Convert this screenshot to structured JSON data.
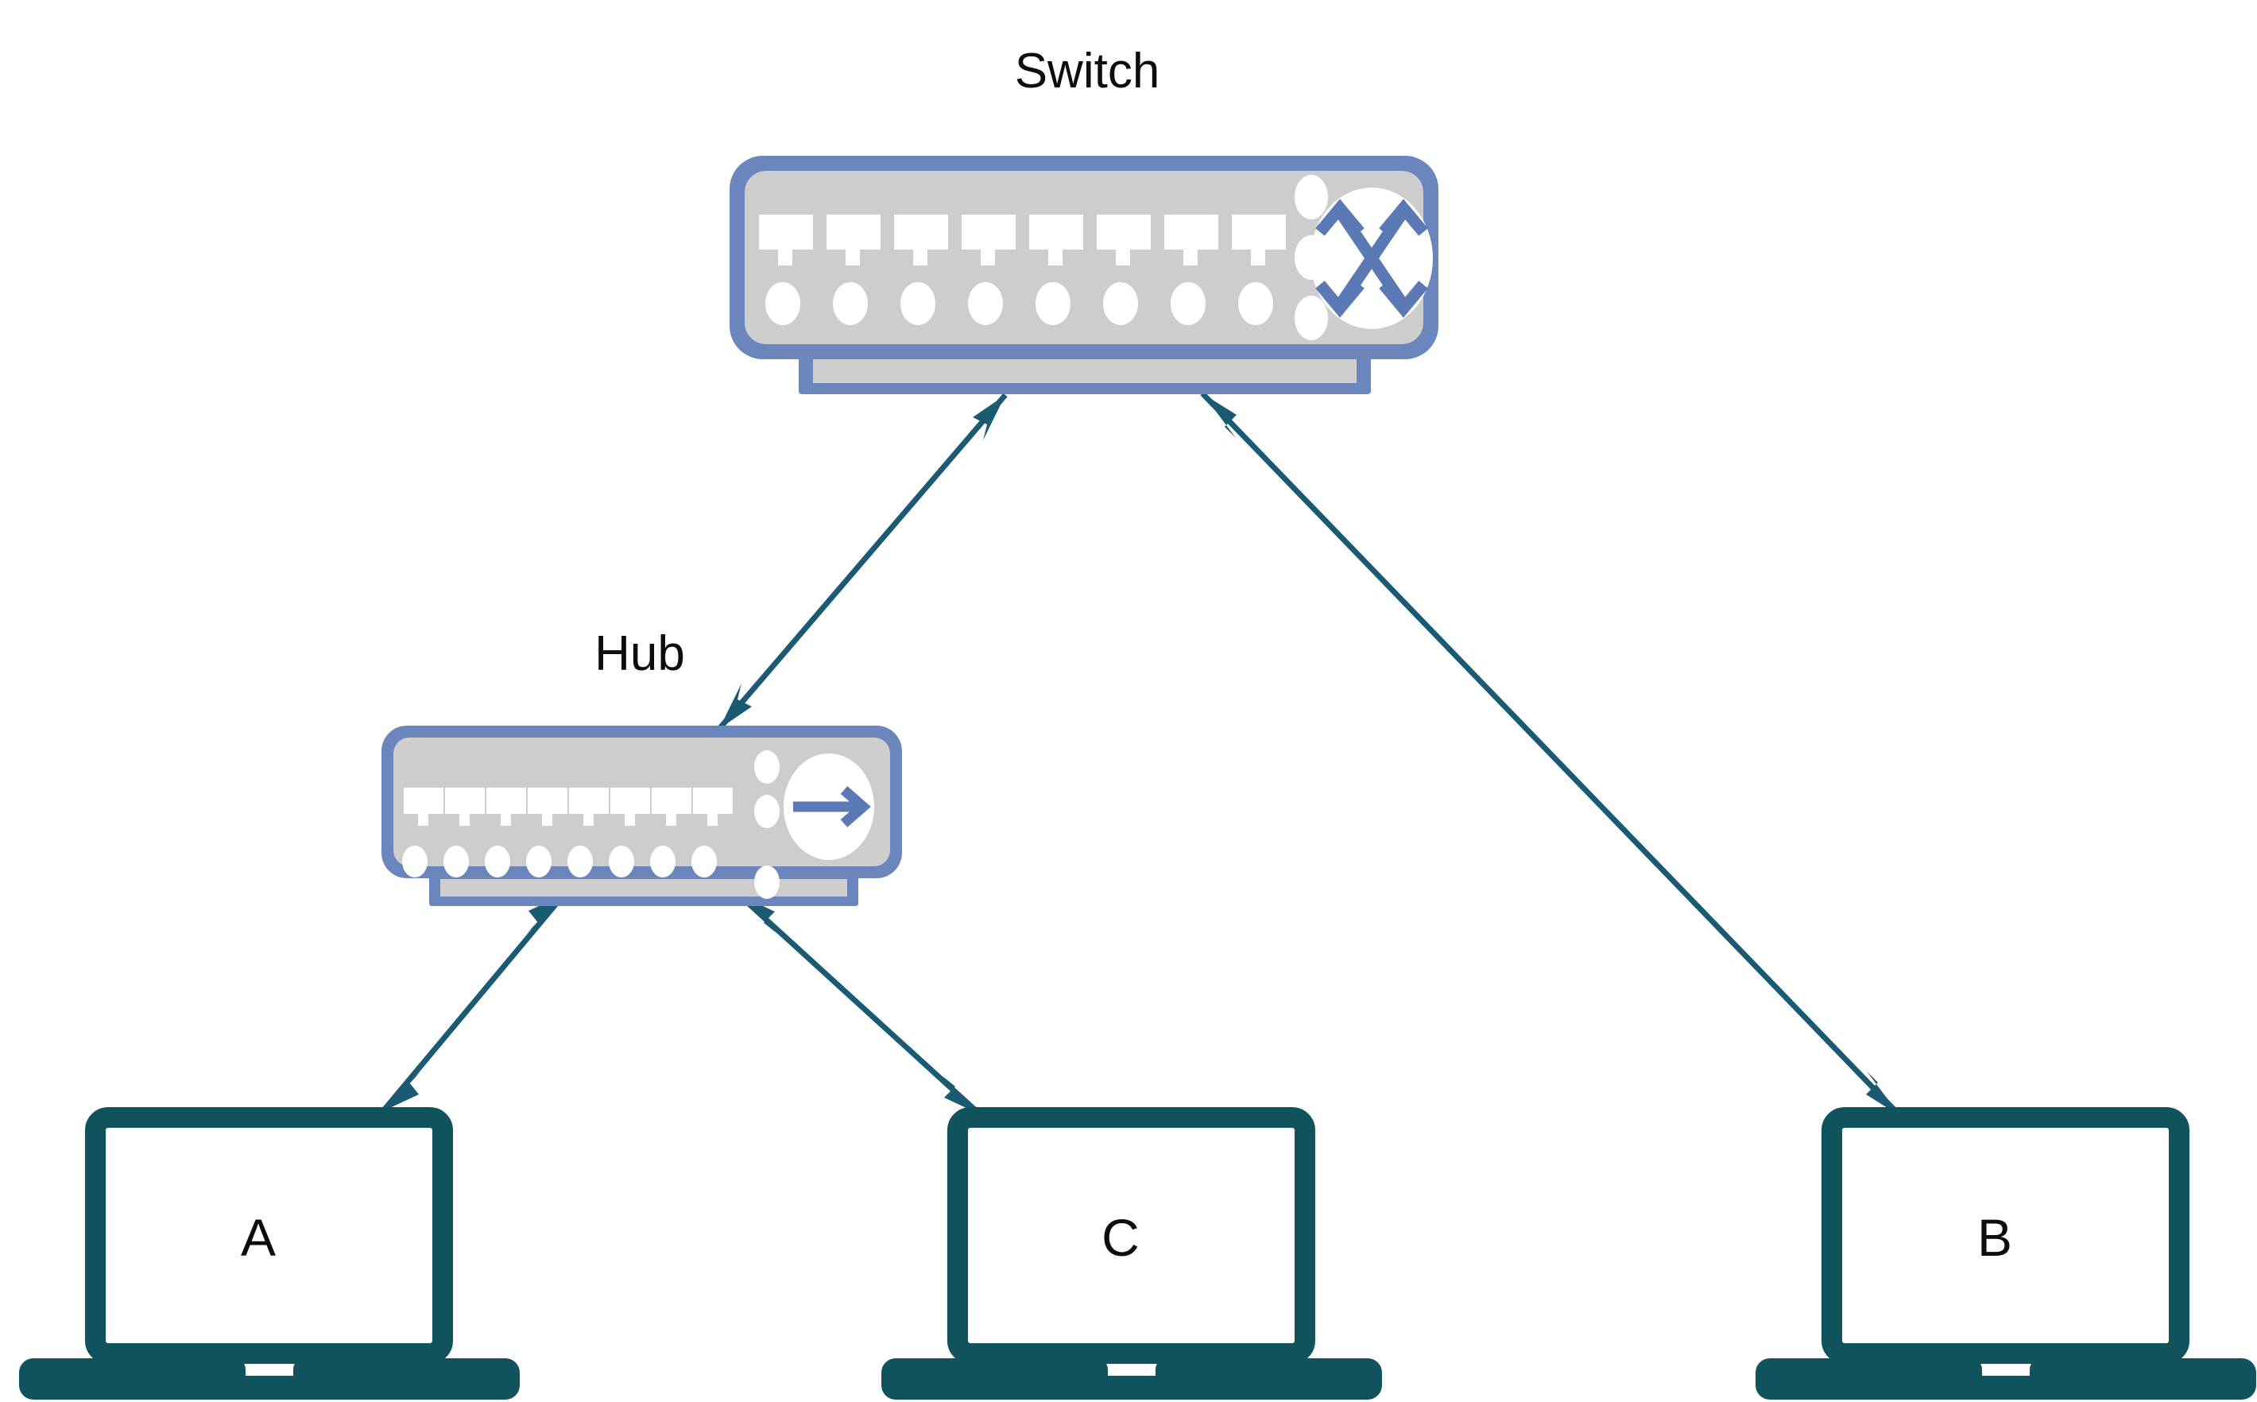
{
  "diagram": {
    "title": "Network topology: switch, hub and three laptops",
    "background_color": "#ffffff",
    "colors": {
      "device_shell": "#6b86bd",
      "device_face": "#cdcdcd",
      "device_port": "#ffffff",
      "badge_accent": "#5b7ab5",
      "link": "#1b5a73",
      "laptop": "#11535c",
      "label_text": "#0d0d0d"
    }
  },
  "devices": [
    {
      "id": "switch",
      "kind": "network-switch",
      "label": "Switch",
      "badge_icon": "crossed-bidirectional-arrows-icon",
      "port_count": 8,
      "led_count": 8,
      "side_led_count": 3
    },
    {
      "id": "hub",
      "kind": "network-hub",
      "label": "Hub",
      "badge_icon": "right-arrow-icon",
      "port_count": 8,
      "led_count": 8,
      "side_led_count": 3
    }
  ],
  "hosts": [
    {
      "id": "a",
      "kind": "laptop",
      "label": "A"
    },
    {
      "id": "c",
      "kind": "laptop",
      "label": "C"
    },
    {
      "id": "b",
      "kind": "laptop",
      "label": "B"
    }
  ],
  "links": [
    {
      "id": "switch-hub",
      "from": "switch",
      "to": "hub",
      "arrow": "double"
    },
    {
      "id": "switch-b",
      "from": "switch",
      "to": "b",
      "arrow": "double"
    },
    {
      "id": "hub-a",
      "from": "hub",
      "to": "a",
      "arrow": "double"
    },
    {
      "id": "hub-c",
      "from": "hub",
      "to": "c",
      "arrow": "double"
    }
  ]
}
